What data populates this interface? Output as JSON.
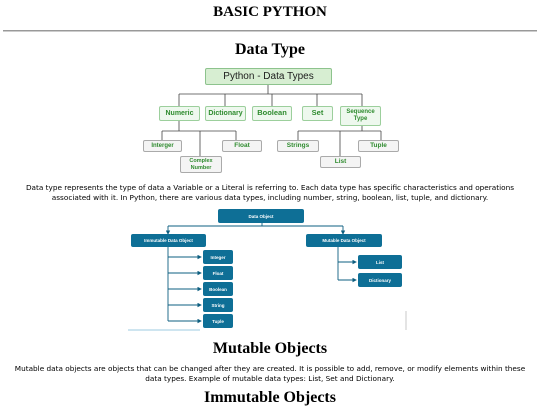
{
  "page": {
    "title": "BASIC PYTHON"
  },
  "data_type": {
    "heading": "Data Type",
    "tree": {
      "root": "Python - Data Types",
      "categories": [
        "Numeric",
        "Dictionary",
        "Boolean",
        "Set",
        "Sequence Type"
      ],
      "numeric_children": [
        "Interger",
        "Complex Number",
        "Float"
      ],
      "sequence_children": [
        "Strings",
        "List",
        "Tuple"
      ]
    },
    "description": "Data type represents the type of data a Variable or a Literal is referring to. Each data type has specific characteristics and operations associated with it. In Python, there are various data types, including number, string, boolean, list, tuple, and dictionary."
  },
  "object_diagram": {
    "root": "Data Object",
    "immutable": {
      "label": "Immutable Data Object",
      "items": [
        "Integer",
        "Float",
        "Boolean",
        "String",
        "Tuple"
      ]
    },
    "mutable": {
      "label": "Mutable Data Object",
      "items": [
        "List",
        "Dictionary"
      ]
    }
  },
  "mutable_section": {
    "heading": "Mutable Objects",
    "description": "Mutable data objects are objects that can be changed after they are created. It is possible to add, remove, or modify elements within these data types. Example of mutable data types: List, Set and Dictionary."
  },
  "immutable_section": {
    "heading": "Immutable Objects"
  },
  "colors": {
    "tree_green": "#2e8b2e",
    "tree_fill": "#eef8ee",
    "object_blue": "#0e6f96"
  }
}
